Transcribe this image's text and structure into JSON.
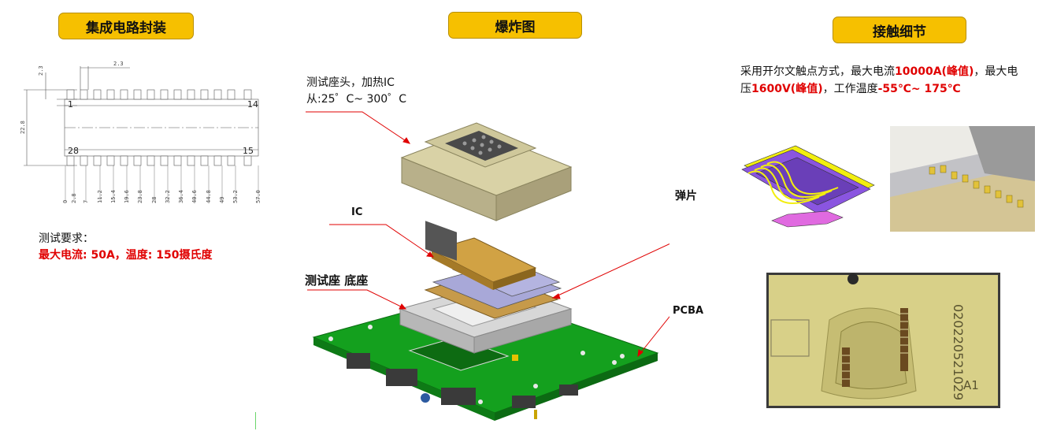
{
  "headers": {
    "package": "集成电路封装",
    "explode": "爆炸图",
    "contact": "接触细节"
  },
  "drawing": {
    "top_dim_a": "2.3",
    "top_dim_b": "2.3",
    "side_dim": "22.8",
    "pin_1": "1",
    "pin_14": "14",
    "pin_28": "28",
    "pin_15": "15",
    "x_ticks": [
      "0",
      "2.8",
      "7",
      "11.2",
      "15.4",
      "19.6",
      "23.8",
      "28",
      "32.2",
      "36.4",
      "40.6",
      "44.8",
      "49",
      "53.2",
      "57.0"
    ]
  },
  "requirements": {
    "title": "测试要求：",
    "detail": "最大电流: 50A，温度: 150摄氏度"
  },
  "explode": {
    "note_line1": "测试座头，加热IC",
    "note_line2": "从:25゜C~ 300゜C",
    "ic_label": "IC",
    "base_label": "测试座 底座",
    "pcba_label": "PCBA",
    "spring_label": "弹片"
  },
  "contact": {
    "line1_prefix": "采用开尔文触点方式，最大电流",
    "line1_value": "10000A(峰值)",
    "line1_suffix": "，最大电",
    "line2_prefix": "压",
    "line2_value": "1600V(峰值)",
    "line2_mid": "，工作温度",
    "line2_temp": "-55℃~ 175℃",
    "photo_text": "020220521029",
    "photo_mark": "A1"
  },
  "colors": {
    "header_bg": "#f6c000",
    "accent_red": "#e00000",
    "pcb_green": "#14a01e",
    "socket_beige": "#d9d2a6",
    "spring_purple": "#8a55e0",
    "spring_yellow": "#f2ee10"
  }
}
